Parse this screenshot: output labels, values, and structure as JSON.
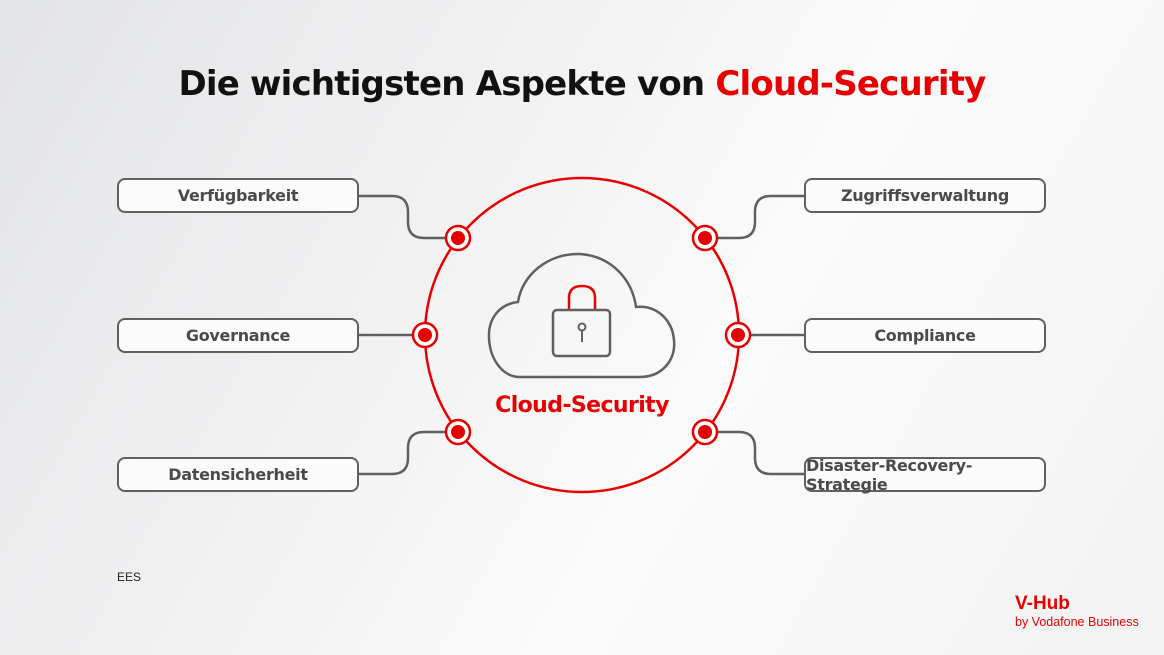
{
  "title": {
    "prefix": "Die wichtigsten Aspekte von",
    "highlight": "Cloud-Security"
  },
  "center": {
    "label": "Cloud-Security",
    "icon": "cloud-lock-icon"
  },
  "aspects": {
    "left": [
      {
        "label": "Verfügbarkeit"
      },
      {
        "label": "Governance"
      },
      {
        "label": "Datensicherheit"
      }
    ],
    "right": [
      {
        "label": "Zugriffsverwaltung"
      },
      {
        "label": "Compliance"
      },
      {
        "label": "Disaster-Recovery-Strategie"
      }
    ]
  },
  "source": "EES",
  "brand": {
    "name": "V-Hub",
    "tagline": "by Vodafone Business"
  },
  "colors": {
    "accent": "#e60000",
    "line": "#606060",
    "text": "#4a4a4a"
  }
}
